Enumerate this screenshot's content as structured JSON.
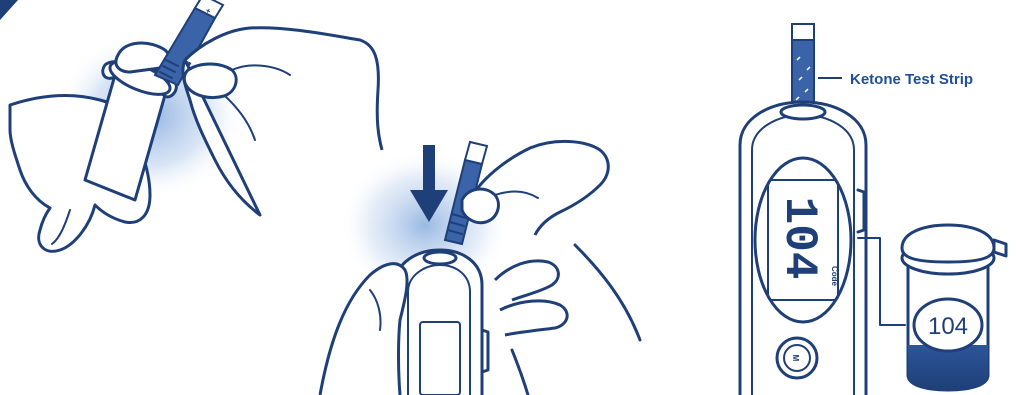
{
  "panels": {
    "strip_removal": {},
    "strip_insertion": {},
    "meter_code": {
      "strip_label": "Ketone Test Strip",
      "display_code": "104",
      "display_code_caption": "Code",
      "vial_code": "104",
      "button_letter": "M"
    }
  },
  "colors": {
    "ink": "#1f3f78",
    "strip_blue": "#3b63a8",
    "glow_blue": "#7fa7dc",
    "label_blue": "#1f4f99",
    "background": "#ffffff"
  }
}
